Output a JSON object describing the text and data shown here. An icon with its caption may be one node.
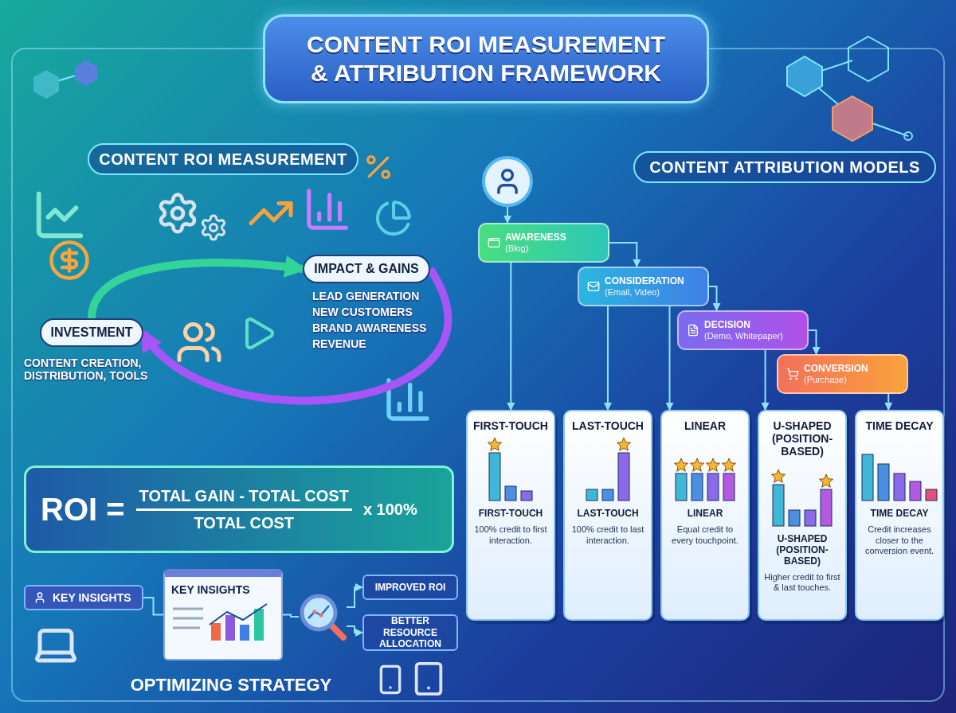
{
  "diagram": {
    "title": "CONTENT ROI MEASUREMENT & ATTRIBUTION FRAMEWORK",
    "nodes": [
      {
        "text": [
          "CONTENT ROI MEASUREMENT"
        ]
      },
      {
        "text": [
          "INVESTMENT"
        ],
        "beside": [
          "CONTENT CREATION, DISTRIBUTION, TOOLS"
        ]
      },
      {
        "text": [
          "IMPACT & GAINS"
        ],
        "beside": [
          "LEAD GENERATION",
          "NEW CUSTOMERS",
          "BRAND AWARENESS",
          "REVENUE"
        ]
      },
      {
        "text": [
          "ROI =",
          "TOTAL GAIN - TOTAL COST",
          "TOTAL COST",
          "x 100%"
        ]
      },
      {
        "text": [
          "CONTENT ATTRIBUTION MODELS"
        ]
      },
      {
        "text": [],
        "shape": "person"
      },
      {
        "text": [
          "AWARENESS",
          "(Blog)"
        ]
      },
      {
        "text": [
          "CONSIDERATION",
          "(Email, Video)"
        ]
      },
      {
        "text": [
          "DECISION",
          "(Demo, Whitepaper)"
        ]
      },
      {
        "text": [
          "CONVERSION",
          "(Purchase)"
        ]
      },
      {
        "text": [
          "FIRST-TOUCH",
          "FIRST-TOUCH",
          "100% credit to first interaction."
        ]
      },
      {
        "text": [
          "LAST-TOUCH",
          "LAST-TOUCH",
          "100% credit to last interaction."
        ]
      },
      {
        "text": [
          "LINEAR",
          "LINEAR",
          "Equal credit to every touchpoint."
        ]
      },
      {
        "text": [
          "U-SHAPED (POSITION-BASED)",
          "U-SHAPED (POSITION-BASED)",
          "Higher credit to first & last touches."
        ]
      },
      {
        "text": [
          "TIME DECAY",
          "TIME DECAY",
          "Credit increases closer to the conversion event."
        ]
      },
      {
        "text": [
          "KEY INSIGHTS"
        ]
      },
      {
        "text": [
          "KEY INSIGHTS"
        ]
      },
      {
        "text": [],
        "shape": "picture"
      },
      {
        "text": [
          "IMPROVED ROI"
        ]
      },
      {
        "text": [
          "BETTER RESOURCE ALLOCATION"
        ]
      }
    ],
    "edges": [
      {
        "from": 1,
        "to": 2,
        "arrow": "to",
        "style": "thick",
        "color": "#34d399"
      },
      {
        "from": 2,
        "to": 1,
        "arrow": "to",
        "style": "thick",
        "color": "#a855f7"
      },
      {
        "from": 5,
        "to": 6,
        "arrow": "to"
      },
      {
        "from": 6,
        "to": 7,
        "arrow": "to"
      },
      {
        "from": 7,
        "to": 8,
        "arrow": "to"
      },
      {
        "from": 8,
        "to": 9,
        "arrow": "to"
      },
      {
        "from": 6,
        "to": 10,
        "arrow": "to"
      },
      {
        "from": 7,
        "to": 11,
        "arrow": "to"
      },
      {
        "from": 7,
        "to": 12,
        "arrow": "to"
      },
      {
        "from": 8,
        "to": 13,
        "arrow": "to"
      },
      {
        "from": 9,
        "to": 14,
        "arrow": "to"
      },
      {
        "from": 15,
        "to": 16,
        "arrow": "none"
      },
      {
        "from": 16,
        "to": 17,
        "arrow": "none"
      },
      {
        "from": 17,
        "to": 18,
        "arrow": "to"
      },
      {
        "from": 17,
        "to": 19,
        "arrow": "to"
      }
    ],
    "labels": [
      "OPTIMIZING STRATEGY"
    ]
  }
}
